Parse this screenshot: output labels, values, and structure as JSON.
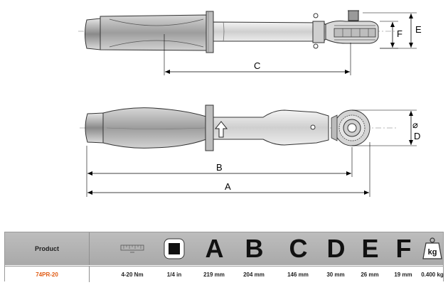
{
  "dimension_labels": {
    "a": "A",
    "b": "B",
    "c": "C",
    "d": "D",
    "e": "E",
    "f": "F",
    "diameter_symbol": "⌀"
  },
  "table": {
    "product_header": "Product",
    "column_letters": [
      "A",
      "B",
      "C",
      "D",
      "E",
      "F"
    ],
    "weight_unit": "kg",
    "row": {
      "code": "74PR-20",
      "range": "4-20 Nm",
      "drive": "1/4 in",
      "a": "219 mm",
      "b": "204 mm",
      "c": "146 mm",
      "d": "30 mm",
      "e": "26 mm",
      "f": "19 mm",
      "weight": "0.400 kg"
    }
  }
}
